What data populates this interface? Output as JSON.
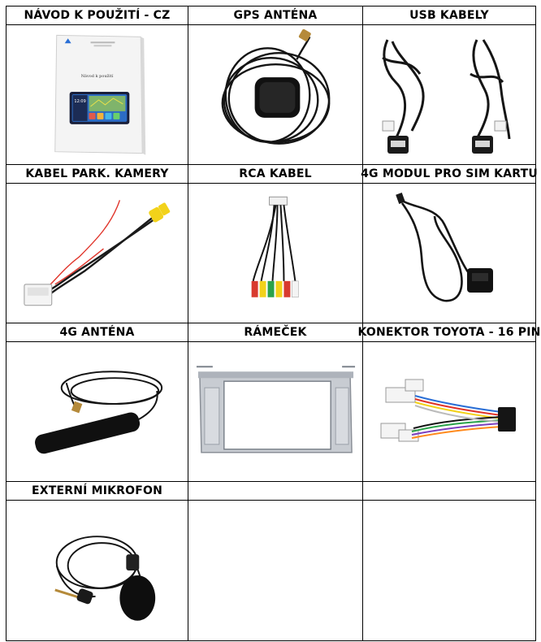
{
  "table": {
    "rows": [
      {
        "cells": [
          {
            "title": "NÁVOD K POUŽITÍ - CZ",
            "icon": "manual-booklet"
          },
          {
            "title": "GPS ANTÉNA",
            "icon": "gps-antenna"
          },
          {
            "title": "USB KABELY",
            "icon": "usb-cables"
          }
        ]
      },
      {
        "cells": [
          {
            "title": "KABEL PARK. KAMERY",
            "icon": "parking-camera-cable"
          },
          {
            "title": "RCA KABEL",
            "icon": "rca-cable"
          },
          {
            "title": "4G MODUL PRO SIM KARTU",
            "icon": "sim-module"
          }
        ]
      },
      {
        "cells": [
          {
            "title": "4G ANTÉNA",
            "icon": "4g-antenna"
          },
          {
            "title": "RÁMEČEK",
            "icon": "dash-frame"
          },
          {
            "title": "KONEKTOR TOYOTA - 16 PIN",
            "icon": "toyota-connector"
          }
        ]
      },
      {
        "cells": [
          {
            "title": "EXTERNÍ MIKROFON",
            "icon": "external-microphone"
          },
          {
            "title": "",
            "icon": ""
          },
          {
            "title": "",
            "icon": ""
          }
        ]
      }
    ]
  },
  "manual": {
    "heading": "Návod k použití",
    "screen_time": "12:09"
  }
}
